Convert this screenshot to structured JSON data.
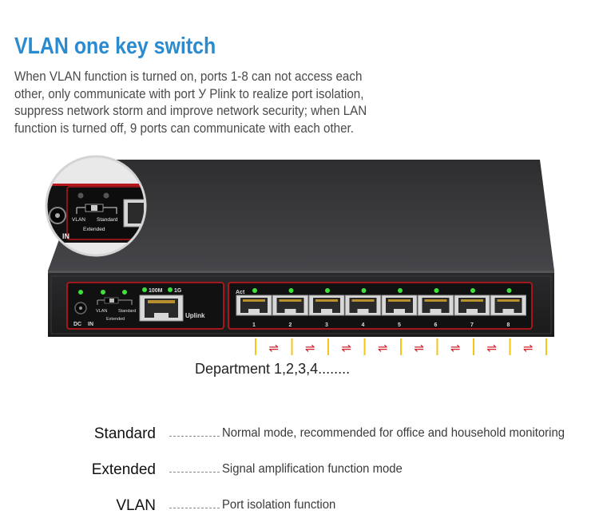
{
  "title": "VLAN one key switch",
  "description_lines": [
    "When VLAN function is turned on, ports 1-8 can not access each",
    "other, only communicate with port У Plink to realize port isolation,",
    "suppress network storm and improve network security; when LAN",
    "function is turned off, 9 ports can communicate with each other."
  ],
  "device": {
    "power_label_dc": "DC",
    "power_label_in": "IN",
    "switch_labels": {
      "vlan": "VLAN",
      "standard": "Standard",
      "extended": "Extended"
    },
    "uplink_speed_labels": [
      "100M",
      "1G"
    ],
    "uplink_label": "Uplink",
    "act_label": "Act",
    "ports": [
      "1",
      "2",
      "3",
      "4",
      "5",
      "6",
      "7",
      "8"
    ],
    "isolation_symbol": "⇌",
    "zoom_labels": {
      "in": "IN",
      "vlan": "VLAN",
      "standard": "Standard",
      "extended": "Extended"
    },
    "led_color": "#3fe23a",
    "accent_red": "#c0171d"
  },
  "department_label": "Department 1,2,3,4........",
  "modes": [
    {
      "name": "Standard",
      "description": "Normal mode, recommended for office and household monitoring"
    },
    {
      "name": "Extended",
      "description": "Signal amplification function mode"
    },
    {
      "name": "VLAN",
      "description": "Port isolation function"
    }
  ]
}
